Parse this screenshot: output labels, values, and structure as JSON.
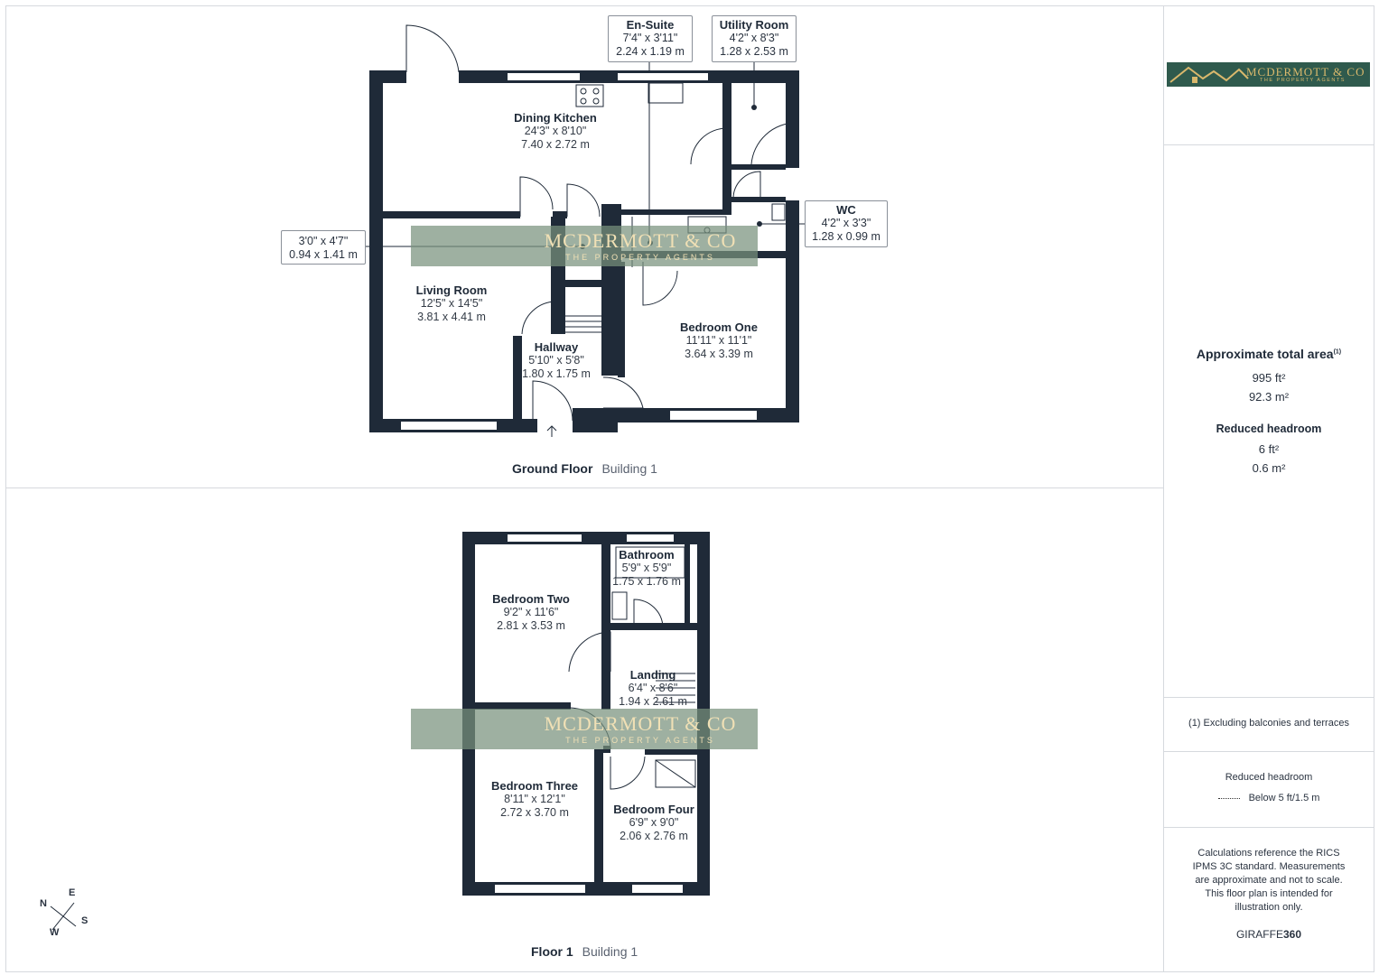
{
  "brand": {
    "name": "MCDERMOTT & CO",
    "tagline": "THE PROPERTY AGENTS",
    "color": "#2f5a4d",
    "accent": "#d9b86c"
  },
  "ground_floor": {
    "title": "Ground Floor",
    "building": "Building 1",
    "rooms": {
      "dining_kitchen": {
        "name": "Dining Kitchen",
        "imperial": "24'3\" x 8'10\"",
        "metric": "7.40 x 2.72 m"
      },
      "living_room": {
        "name": "Living Room",
        "imperial": "12'5\" x 14'5\"",
        "metric": "3.81 x 4.41 m"
      },
      "hallway": {
        "name": "Hallway",
        "imperial": "5'10\" x 5'8\"",
        "metric": "1.80 x 1.75 m"
      },
      "bedroom_one": {
        "name": "Bedroom One",
        "imperial": "11'11\" x 11'1\"",
        "metric": "3.64 x 3.39 m"
      },
      "en_suite": {
        "name": "En-Suite",
        "imperial": "7'4\" x 3'11\"",
        "metric": "2.24 x 1.19 m"
      },
      "utility_room": {
        "name": "Utility Room",
        "imperial": "4'2\" x 8'3\"",
        "metric": "1.28 x 2.53 m"
      },
      "wc": {
        "name": "WC",
        "imperial": "4'2\" x 3'3\"",
        "metric": "1.28 x 0.99 m"
      },
      "cupboard": {
        "imperial": "3'0\" x 4'7\"",
        "metric": "0.94 x 1.41 m"
      }
    }
  },
  "first_floor": {
    "title": "Floor 1",
    "building": "Building 1",
    "rooms": {
      "bedroom_two": {
        "name": "Bedroom Two",
        "imperial": "9'2\" x 11'6\"",
        "metric": "2.81 x 3.53 m"
      },
      "bathroom": {
        "name": "Bathroom",
        "imperial": "5'9\" x 5'9\"",
        "metric": "1.75 x 1.76 m"
      },
      "landing": {
        "name": "Landing",
        "imperial": "6'4\" x 8'6\"",
        "metric": "1.94 x 2.61 m"
      },
      "bedroom_three": {
        "name": "Bedroom Three",
        "imperial": "8'11\" x 12'1\"",
        "metric": "2.72 x 3.70 m"
      },
      "bedroom_four": {
        "name": "Bedroom Four",
        "imperial": "6'9\" x 9'0\"",
        "metric": "2.06 x 2.76 m"
      }
    }
  },
  "compass": {
    "n": "N",
    "e": "E",
    "s": "S",
    "w": "W"
  },
  "summary": {
    "total_label": "Approximate total area",
    "total_note_marker": "(1)",
    "total_ft": "995 ft²",
    "total_m": "92.3 m²",
    "reduced_label": "Reduced headroom",
    "reduced_ft": "6 ft²",
    "reduced_m": "0.6 m²",
    "footnote": "(1) Excluding balconies and terraces",
    "legend_title": "Reduced headroom",
    "legend_text": "Below 5 ft/1.5 m",
    "disclaimer": "Calculations reference the RICS IPMS 3C standard. Measurements are approximate and not to scale. This floor plan is intended for illustration only.",
    "credit_a": "GIRAFFE",
    "credit_b": "360"
  }
}
